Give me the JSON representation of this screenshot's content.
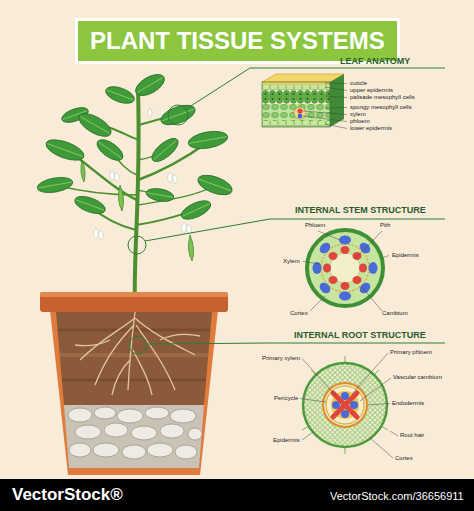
{
  "diagram": {
    "title": "PLANT TISSUE SYSTEMS",
    "labels": [
      "LEAF ANATOMY",
      "cuticle",
      "upper epidermis",
      "palisade mesophyll cells",
      "spongy mesophyll cells",
      "xylem",
      "phloem",
      "lower epidermis",
      "INTERNAL STEM STRUCTURE",
      "Phloem",
      "Pith",
      "Xylem",
      "Epidermis",
      "Cortex",
      "Cambium",
      "INTERNAL ROOT STRUCTURE",
      "Primary phloem",
      "Primary xylem",
      "Vascular cambium",
      "Pericycle",
      "Endodermis",
      "Root hair",
      "Epidermis",
      "Cortex",
      "VectorStock®",
      "VectorStock.com/36656911"
    ]
  }
}
